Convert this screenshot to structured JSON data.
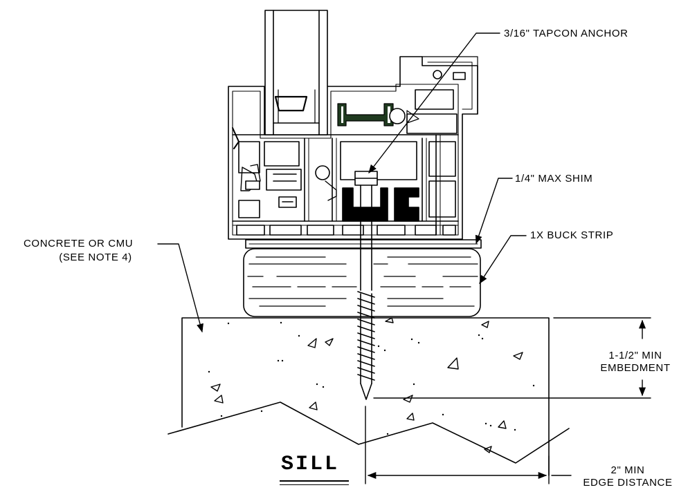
{
  "title": "SILL",
  "callouts": {
    "anchor": "3/16\" TAPCON ANCHOR",
    "shim": "1/4\" MAX SHIM",
    "buck": "1X BUCK STRIP",
    "substrate_line1": "CONCRETE OR CMU",
    "substrate_line2": "(SEE NOTE 4)"
  },
  "dimensions": {
    "embedment_line1": "1-1/2\" MIN",
    "embedment_line2": "EMBEDMENT",
    "edge_line1": "2\" MIN",
    "edge_line2": "EDGE DISTANCE"
  },
  "colors": {
    "ink": "#000000",
    "gasket": "#1f3a1f",
    "paper": "#ffffff"
  }
}
